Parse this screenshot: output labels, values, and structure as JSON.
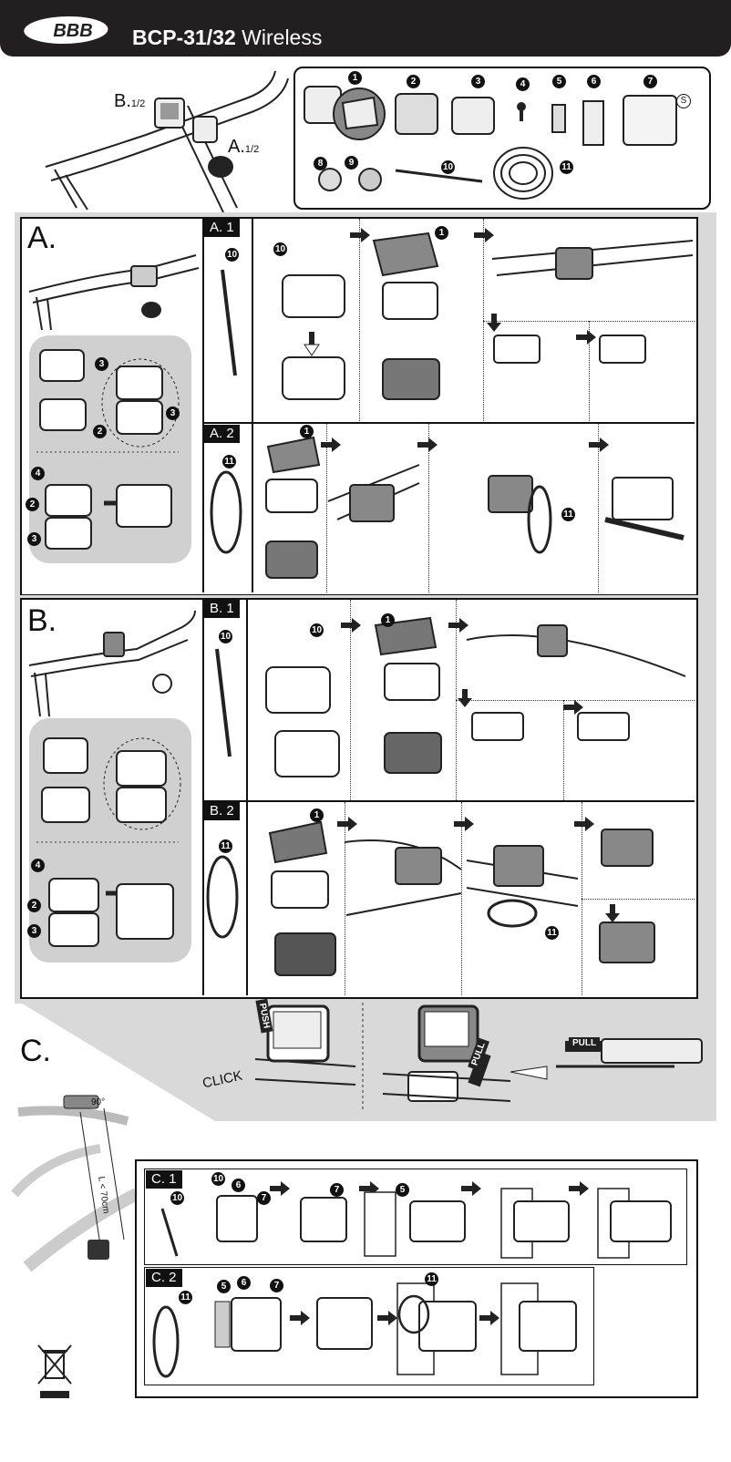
{
  "header": {
    "brand": "BBB",
    "model": "BCP-31/32",
    "subtitle": "Wireless",
    "bg_color": "#231f20"
  },
  "overview": {
    "label_b": "B.",
    "label_b_sub": "1/2",
    "label_a": "A.",
    "label_a_sub": "1/2"
  },
  "parts": {
    "numbers": [
      "1",
      "2",
      "3",
      "4",
      "5",
      "6",
      "7",
      "8",
      "9",
      "10",
      "11"
    ],
    "s_mark": "S"
  },
  "sections": {
    "a": {
      "letter": "A.",
      "step1": "A. 1",
      "step2": "A. 2"
    },
    "b": {
      "letter": "B.",
      "step1": "B. 1",
      "step2": "B. 2"
    },
    "c": {
      "letter": "C.",
      "step1": "C. 1",
      "step2": "C. 2"
    }
  },
  "mount": {
    "push": "PUSH",
    "click": "CLICK",
    "pull": "PULL",
    "pull2": "PULL"
  },
  "sensor": {
    "angle": "90°",
    "distance": "L < 70cm"
  },
  "callouts": {
    "n1": "1",
    "n2": "2",
    "n3": "3",
    "n4": "4",
    "n5": "5",
    "n6": "6",
    "n7": "7",
    "n10": "10",
    "n11": "11"
  }
}
